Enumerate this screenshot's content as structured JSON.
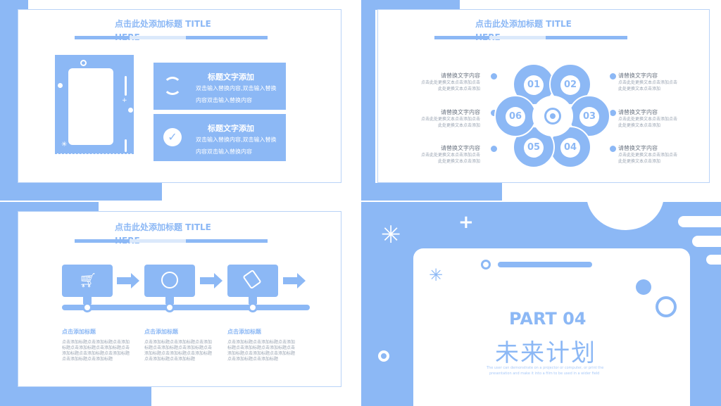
{
  "slide1": {
    "title": "点击此处添加标题  TITLE HERE",
    "items": [
      {
        "heading": "标题文字添加",
        "text": "双击输入替换内容,双击输入替换内容双击输入替换内容",
        "icon": "refresh-icon"
      },
      {
        "heading": "标题文字添加",
        "text": "双击输入替换内容,双击输入替换内容双击输入替换内容",
        "icon": "check-circle-icon"
      }
    ]
  },
  "slide2": {
    "title": "点击此处添加标题  TITLE HERE",
    "petals": [
      "01",
      "02",
      "03",
      "04",
      "05",
      "06"
    ],
    "left_labels": [
      {
        "label": "请替换文字内容",
        "text": "点击此处更换文本点击添加点击此处更换文本点击添加"
      },
      {
        "label": "请替换文字内容",
        "text": "点击此处更换文本点击添加点击此处更换文本点击添加"
      },
      {
        "label": "请替换文字内容",
        "text": "点击此处更换文本点击添加点击此处更换文本点击添加"
      }
    ],
    "right_labels": [
      {
        "label": "请替换文字内容",
        "text": "点击此处更换文本点击添加点击此处更换文本点击添加"
      },
      {
        "label": "请替换文字内容",
        "text": "点击此处更换文本点击添加点击此处更换文本点击添加"
      },
      {
        "label": "请替换文字内容",
        "text": "点击此处更换文本点击添加点击此处更换文本点击添加"
      }
    ],
    "center_icon": "target-icon"
  },
  "slide3": {
    "title": "点击此处添加标题  TITLE HERE",
    "steps": [
      {
        "heading": "点击添加标题",
        "text": "点击添加标题点击添加标题点击添加标题点击添加标题点击添加标题点击添加标题点击添加标题点击添加标题点击添加标题点击添加标题",
        "icon": "cart-icon"
      },
      {
        "heading": "点击添加标题",
        "text": "点击添加标题点击添加标题点击添加标题点击添加标题点击添加标题点击添加标题点击添加标题点击添加标题点击添加标题点击添加标题",
        "icon": "refresh-chart-icon"
      },
      {
        "heading": "点击添加标题",
        "text": "点击添加标题点击添加标题点击添加标题点击添加标题点击添加标题点击添加标题点击添加标题点击添加标题点击添加标题点击添加标题",
        "icon": "tag-icon"
      }
    ]
  },
  "slide4": {
    "part": "PART 04",
    "title": "未来计划",
    "subtitle_line1": "The user can demonstrate on a projector or computer, or print the",
    "subtitle_line2": "presentation and make it into a film to be used in a wider field"
  },
  "colors": {
    "accent": "#8cb8f5",
    "light": "#dbe9fb",
    "text": "#6e7784"
  }
}
